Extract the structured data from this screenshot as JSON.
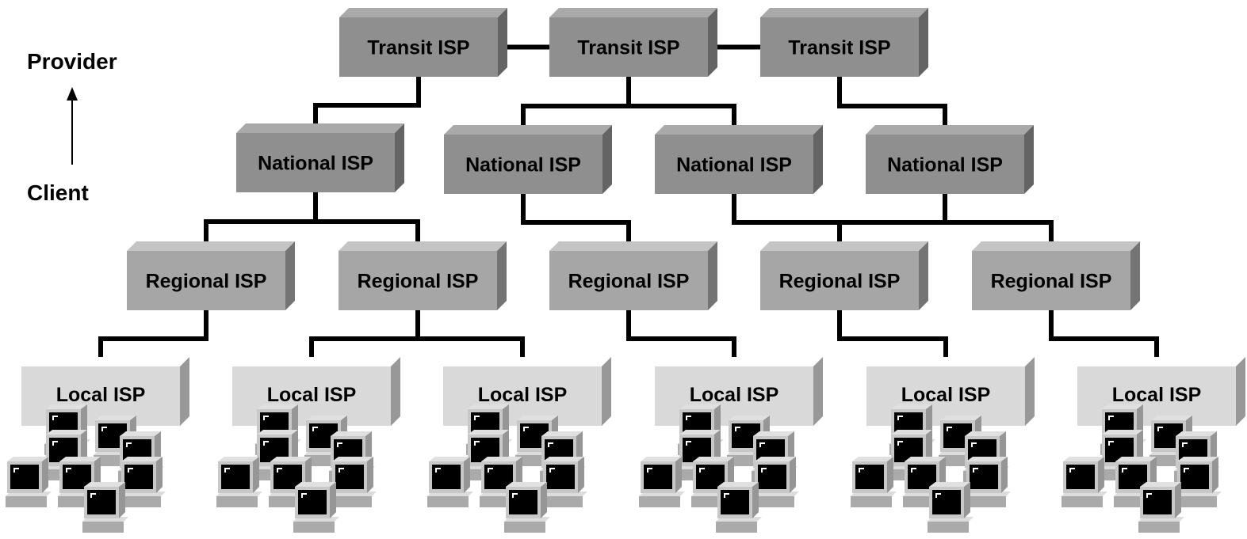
{
  "legend": {
    "top_label": "Provider",
    "bottom_label": "Client"
  },
  "tiers": {
    "transit": {
      "label": "Transit ISP",
      "count": 3
    },
    "national": {
      "label": "National ISP",
      "count": 4
    },
    "regional": {
      "label": "Regional ISP",
      "count": 5
    },
    "local": {
      "label": "Local ISP",
      "count": 6
    }
  },
  "colors": {
    "transit_box": "#8f8f8f",
    "national_box": "#8f8f8f",
    "regional_box": "#a6a6a6",
    "local_box": "#d9d9d9",
    "connector": "#000000",
    "computer_body": "#c8c8c8",
    "computer_screen": "#000000"
  },
  "nodes": [
    {
      "id": "transit-1",
      "tier": "transit"
    },
    {
      "id": "transit-2",
      "tier": "transit"
    },
    {
      "id": "transit-3",
      "tier": "transit"
    },
    {
      "id": "national-1",
      "tier": "national",
      "parent": "transit-1"
    },
    {
      "id": "national-2",
      "tier": "national",
      "parent": "transit-2"
    },
    {
      "id": "national-3",
      "tier": "national",
      "parent": "transit-2"
    },
    {
      "id": "national-4",
      "tier": "national",
      "parent": "transit-3"
    },
    {
      "id": "regional-1",
      "tier": "regional",
      "parent": "national-1"
    },
    {
      "id": "regional-2",
      "tier": "regional",
      "parent": "national-1"
    },
    {
      "id": "regional-3",
      "tier": "regional",
      "parent": "national-2"
    },
    {
      "id": "regional-4",
      "tier": "regional",
      "parent": "national-3"
    },
    {
      "id": "regional-5",
      "tier": "regional",
      "parent": "national-4"
    },
    {
      "id": "local-1",
      "tier": "local",
      "parent": "regional-1"
    },
    {
      "id": "local-2",
      "tier": "local",
      "parent": "regional-2"
    },
    {
      "id": "local-3",
      "tier": "local",
      "parent": "regional-2"
    },
    {
      "id": "local-4",
      "tier": "local",
      "parent": "regional-3"
    },
    {
      "id": "local-5",
      "tier": "local",
      "parent": "regional-4"
    },
    {
      "id": "local-6",
      "tier": "local",
      "parent": "regional-5"
    }
  ],
  "peer_links": [
    [
      "transit-1",
      "transit-2"
    ],
    [
      "transit-2",
      "transit-3"
    ]
  ],
  "extra_links": [
    [
      "national-3",
      "regional-5"
    ]
  ]
}
